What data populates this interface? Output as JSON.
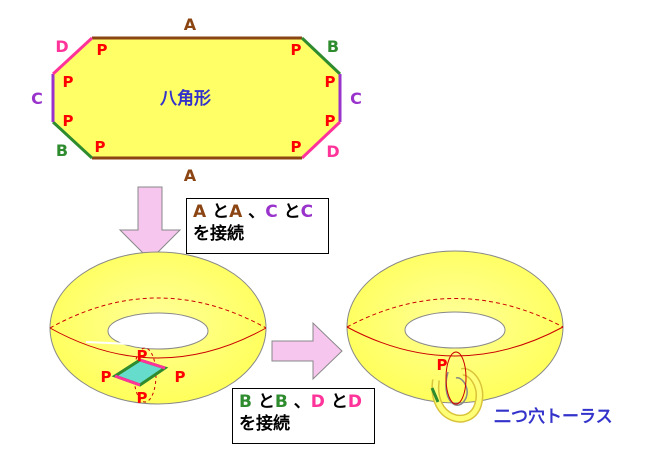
{
  "colors": {
    "yellow": "#ffff66",
    "A": "#8b4513",
    "B": "#2e8b2e",
    "C": "#9933cc",
    "D": "#ff3399",
    "P": "#ff0000",
    "title": "#3333cc",
    "arrow": "#f6c6ee",
    "seam": "#cc0000",
    "rhombus": "#66ddcc"
  },
  "octagon": {
    "title": "八角形",
    "edge_labels": {
      "top": "A",
      "bottom": "A",
      "tr": "B",
      "bl": "B",
      "right": "C",
      "left": "C",
      "tl": "D",
      "br": "D"
    },
    "vertex_label": "P"
  },
  "step1": {
    "line1": [
      {
        "text": "A",
        "color": "A"
      },
      {
        "text": " と",
        "color": "text"
      },
      {
        "text": "A",
        "color": "A"
      },
      {
        "text": " 、",
        "color": "text"
      },
      {
        "text": "C",
        "color": "C"
      },
      {
        "text": " と",
        "color": "text"
      },
      {
        "text": "C",
        "color": "C"
      }
    ],
    "line2": "を接続"
  },
  "step2": {
    "line1": [
      {
        "text": "B",
        "color": "B"
      },
      {
        "text": " と",
        "color": "text"
      },
      {
        "text": "B",
        "color": "B"
      },
      {
        "text": " 、",
        "color": "text"
      },
      {
        "text": "D",
        "color": "D"
      },
      {
        "text": " と",
        "color": "text"
      },
      {
        "text": "D",
        "color": "D"
      }
    ],
    "line2": "を接続"
  },
  "torus1": {
    "vertex_label": "P"
  },
  "torus2": {
    "vertex_label": "P",
    "title": "二つ穴トーラス"
  }
}
